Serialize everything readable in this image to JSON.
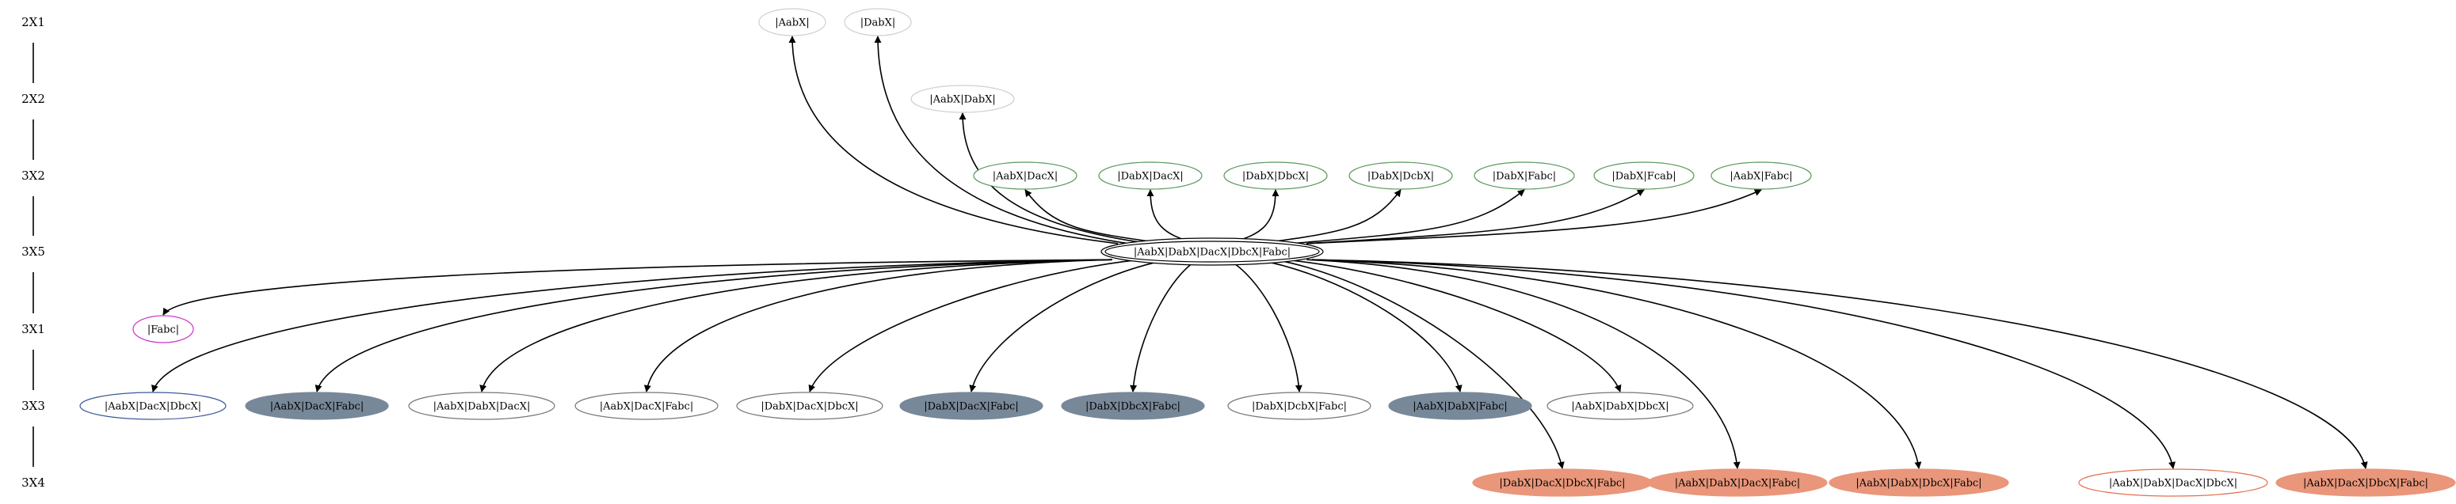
{
  "ranks": [
    {
      "id": "r0",
      "label": "2X1"
    },
    {
      "id": "r1",
      "label": "2X2"
    },
    {
      "id": "r2",
      "label": "3X2"
    },
    {
      "id": "r3",
      "label": "3X5"
    },
    {
      "id": "r4",
      "label": "3X1"
    },
    {
      "id": "r5",
      "label": "3X3"
    },
    {
      "id": "r6",
      "label": "3X4"
    }
  ],
  "colors": {
    "rank_line": "#000000",
    "edge": "#000000",
    "border_plain": "#cfcfcf",
    "border_green": "#5a9a5a",
    "border_magenta": "#cc33cc",
    "border_blue": "#3d5a9a",
    "border_dark": "#777777",
    "fill_slate": "#778899",
    "fill_salmon": "#e9967a",
    "border_salmon": "#e2704e"
  },
  "nodes": [
    {
      "id": "aab",
      "label": "|AabX|",
      "rank": 0,
      "style": "plain"
    },
    {
      "id": "dab",
      "label": "|DabX|",
      "rank": 0,
      "style": "plain"
    },
    {
      "id": "aabdab",
      "label": "|AabX|DabX|",
      "rank": 1,
      "style": "plain"
    },
    {
      "id": "aabdac",
      "label": "|AabX|DacX|",
      "rank": 2,
      "style": "green"
    },
    {
      "id": "dabdac",
      "label": "|DabX|DacX|",
      "rank": 2,
      "style": "green"
    },
    {
      "id": "dabdbc",
      "label": "|DabX|DbcX|",
      "rank": 2,
      "style": "green"
    },
    {
      "id": "dabdcb",
      "label": "|DabX|DcbX|",
      "rank": 2,
      "style": "green"
    },
    {
      "id": "dabfabc",
      "label": "|DabX|Fabc|",
      "rank": 2,
      "style": "green"
    },
    {
      "id": "dabfcab",
      "label": "|DabX|Fcab|",
      "rank": 2,
      "style": "green"
    },
    {
      "id": "aabfabc",
      "label": "|AabX|Fabc|",
      "rank": 2,
      "style": "green"
    },
    {
      "id": "center",
      "label": "|AabX|DabX|DacX|DbcX|Fabc|",
      "rank": 3,
      "style": "double"
    },
    {
      "id": "fabc",
      "label": "|Fabc|",
      "rank": 4,
      "style": "magenta"
    },
    {
      "id": "aabdacdbc",
      "label": "|AabX|DacX|DbcX|",
      "rank": 5,
      "style": "blue"
    },
    {
      "id": "aabdacfabc",
      "label": "|AabX|DacX|Fabc|",
      "rank": 5,
      "style": "slate"
    },
    {
      "id": "aabdabdac",
      "label": "|AabX|DabX|DacX|",
      "rank": 5,
      "style": "dark"
    },
    {
      "id": "aabdacfabc2",
      "label": "|AabX|DacX|Fabc|",
      "rank": 5,
      "style": "dark"
    },
    {
      "id": "dabdacdbc",
      "label": "|DabX|DacX|DbcX|",
      "rank": 5,
      "style": "dark"
    },
    {
      "id": "dabdacfabc",
      "label": "|DabX|DacX|Fabc|",
      "rank": 5,
      "style": "slate"
    },
    {
      "id": "dabdbcfabc",
      "label": "|DabX|DbcX|Fabc|",
      "rank": 5,
      "style": "slate"
    },
    {
      "id": "dabdcbfabc",
      "label": "|DabX|DcbX|Fabc|",
      "rank": 5,
      "style": "dark"
    },
    {
      "id": "aabdabfabc",
      "label": "|AabX|DabX|Fabc|",
      "rank": 5,
      "style": "slate"
    },
    {
      "id": "aabdabdbc",
      "label": "|AabX|DabX|DbcX|",
      "rank": 5,
      "style": "dark"
    },
    {
      "id": "dabdacdbcfabc",
      "label": "|DabX|DacX|DbcX|Fabc|",
      "rank": 6,
      "style": "salmon"
    },
    {
      "id": "aabdabdacfabc",
      "label": "|AabX|DabX|DacX|Fabc|",
      "rank": 6,
      "style": "salmon"
    },
    {
      "id": "aabdabdbcfabc",
      "label": "|AabX|DabX|DbcX|Fabc|",
      "rank": 6,
      "style": "salmon"
    },
    {
      "id": "aabdabdacdbc",
      "label": "|AabX|DabX|DacX|DbcX|",
      "rank": 6,
      "style": "salmon-outline"
    },
    {
      "id": "aabdacdbcfabc",
      "label": "|AabX|DacX|DbcX|Fabc|",
      "rank": 6,
      "style": "salmon"
    }
  ],
  "edges": [
    {
      "from": "center",
      "to": "aab"
    },
    {
      "from": "center",
      "to": "dab"
    },
    {
      "from": "center",
      "to": "aabdab"
    },
    {
      "from": "center",
      "to": "aabdac"
    },
    {
      "from": "center",
      "to": "dabdac"
    },
    {
      "from": "center",
      "to": "dabdbc"
    },
    {
      "from": "center",
      "to": "dabdcb"
    },
    {
      "from": "center",
      "to": "dabfabc"
    },
    {
      "from": "center",
      "to": "dabfcab"
    },
    {
      "from": "center",
      "to": "aabfabc"
    },
    {
      "from": "center",
      "to": "fabc"
    },
    {
      "from": "center",
      "to": "aabdacdbc"
    },
    {
      "from": "center",
      "to": "aabdacfabc"
    },
    {
      "from": "center",
      "to": "aabdabdac"
    },
    {
      "from": "center",
      "to": "aabdacfabc2"
    },
    {
      "from": "center",
      "to": "dabdacdbc"
    },
    {
      "from": "center",
      "to": "dabdacfabc"
    },
    {
      "from": "center",
      "to": "dabdbcfabc"
    },
    {
      "from": "center",
      "to": "dabdcbfabc"
    },
    {
      "from": "center",
      "to": "aabdabfabc"
    },
    {
      "from": "center",
      "to": "aabdabdbc"
    },
    {
      "from": "center",
      "to": "dabdacdbcfabc"
    },
    {
      "from": "center",
      "to": "aabdabdacfabc"
    },
    {
      "from": "center",
      "to": "aabdabdbcfabc"
    },
    {
      "from": "center",
      "to": "aabdabdacdbc"
    },
    {
      "from": "center",
      "to": "aabdacdbcfabc"
    }
  ]
}
